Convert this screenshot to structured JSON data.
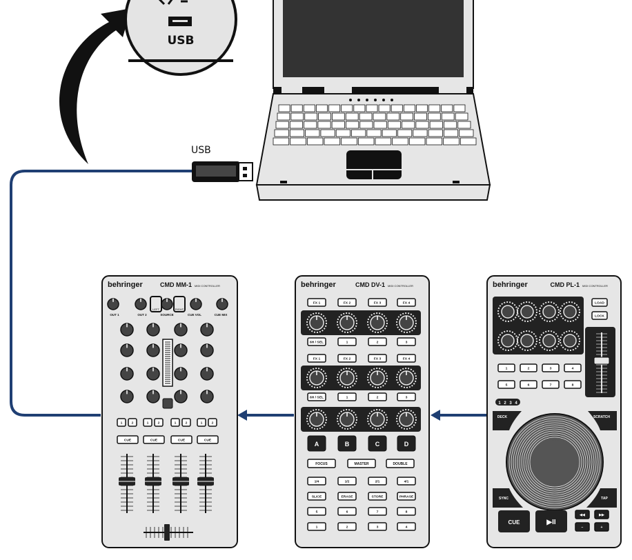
{
  "port_callout": {
    "label": "USB"
  },
  "usb_plug": {
    "label": "USB"
  },
  "brand": "behringer",
  "mixer": {
    "model": "CMD MM-1",
    "tag": "MIDI CONTROLLER",
    "knob_labels": [
      "OUT 1",
      "OUT 2",
      "SOURCE",
      "CUE VOL",
      "CUE MIX"
    ],
    "switch_labels": [
      "LEFT",
      "RIGHT"
    ],
    "channel_buttons": [
      "1",
      "2",
      "1",
      "2",
      "1",
      "2",
      "1",
      "2"
    ],
    "cue_buttons": [
      "CUE",
      "CUE",
      "CUE",
      "CUE"
    ]
  },
  "fx_controller": {
    "model": "CMD DV-1",
    "tag": "MIDI CONTROLLER",
    "fx_buttons_top": [
      "FX 1",
      "FX 2",
      "FX 3",
      "FX 4"
    ],
    "row2": [
      "6H / SEL",
      "1",
      "2",
      "3"
    ],
    "row3": [
      "FX 1",
      "FX 2",
      "FX 3",
      "FX 4"
    ],
    "row4": [
      "6H / SEL",
      "1",
      "2",
      "3"
    ],
    "pads": [
      "A",
      "B",
      "C",
      "D"
    ],
    "mode_buttons": [
      "FOCUS",
      "MASTER",
      "DOUBLE"
    ],
    "small_rows": [
      [
        "1/4",
        "1/2",
        "2/1",
        "4/1"
      ],
      [
        "SLICE",
        "ERASE",
        "STORE",
        "PHRASE"
      ],
      [
        "5",
        "6",
        "7",
        "8"
      ],
      [
        "1",
        "2",
        "3",
        "4"
      ]
    ]
  },
  "jog_controller": {
    "model": "CMD PL-1",
    "tag": "MIDI CONTROLLER",
    "side_buttons": [
      "LOAD",
      "LOCK"
    ],
    "number_buttons_top": [
      "1",
      "2",
      "3",
      "4"
    ],
    "number_buttons_bottom": [
      "5",
      "6",
      "7",
      "8"
    ],
    "deck_numbers": [
      "1",
      "2",
      "3",
      "4"
    ],
    "deck_label": "DECK",
    "scratch_label": "SCRATCH",
    "sync_label": "SYNC",
    "tap_label": "TAP",
    "cue_label": "CUE",
    "play_label": "▶II",
    "transport_small": [
      "◀◀",
      "▶▶",
      "−",
      "+"
    ]
  },
  "colors": {
    "cable": "#1f3f73",
    "device_face": "#e6e6e6",
    "outline": "#222222"
  }
}
